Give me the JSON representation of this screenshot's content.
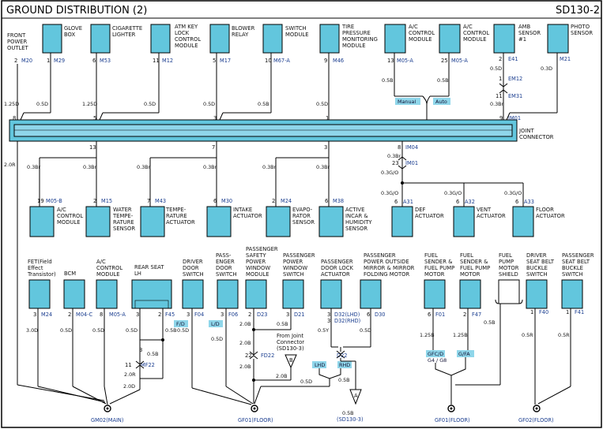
{
  "header": {
    "title": "GROUND DISTRIBUTION (2)",
    "code": "SD130-2"
  },
  "colors": {
    "component": "#62c6dd",
    "connector_tag": "#8fd6ea",
    "line": "#000000",
    "connector_text": "#1a3d8f"
  },
  "top_row": [
    {
      "label": [
        "FRONT",
        "POWER",
        "OUTLET"
      ],
      "pin": "2",
      "conn": "M20",
      "wire": "1.25D"
    },
    {
      "label": [
        "GLOVE",
        "BOX"
      ],
      "pin": "1",
      "conn": "M29",
      "wire": "0.5D"
    },
    {
      "label": [
        "CIGARETTE",
        "LIGHTER"
      ],
      "pin": "6",
      "conn": "M53",
      "wire": "1.25D"
    },
    {
      "label": [
        "ATM KEY",
        "LOCK",
        "CONTROL",
        "MODULE"
      ],
      "pin": "11",
      "conn": "M12",
      "wire": "0.5D"
    },
    {
      "label": [
        "BLOWER",
        "RELAY"
      ],
      "pin": "5",
      "conn": "M17",
      "wire": "0.5D"
    },
    {
      "label": [
        "SWITCH",
        "MODULE"
      ],
      "pin": "10",
      "conn": "M67-A",
      "wire": "0.5B"
    },
    {
      "label": [
        "TIRE",
        "PRESSURE",
        "MONITORING",
        "MODULE"
      ],
      "pin": "9",
      "conn": "M46",
      "wire": "0.5D"
    },
    {
      "label": [
        "A/C",
        "CONTROL",
        "MODULE"
      ],
      "pin": "13",
      "conn": "M05-A",
      "wire": "0.5B"
    },
    {
      "label": [
        "A/C",
        "CONTROL",
        "MODULE"
      ],
      "pin": "25",
      "conn": "M05-A",
      "wire": "0.5B"
    },
    {
      "label": [
        "AMB",
        "SENSOR",
        "#1"
      ],
      "pin": "2",
      "conn": "E41",
      "wire": "0.5D"
    },
    {
      "label": [
        "PHOTO",
        "SENSOR"
      ],
      "pin": "",
      "conn": "M21",
      "wire": "0.3D"
    }
  ],
  "top_tags": [
    "Manual",
    "Auto"
  ],
  "amb_path": {
    "conn1": "EM12",
    "conn2": "EM31",
    "pin1": "1",
    "pin2": "11",
    "wire1": "0.5D",
    "wire2": "0.3Br"
  },
  "joint": {
    "label": [
      "JOINT",
      "CONNECTOR"
    ],
    "conn": "IM01",
    "pins_top": [
      "8",
      "5",
      "3",
      "1",
      "9"
    ],
    "pins_bottom": [
      "13",
      "7",
      "3",
      "8"
    ],
    "left_wire": "2.0R"
  },
  "right_chain": {
    "conn1": "IM04",
    "conn2": "IM01",
    "pin1": "8",
    "pin2": "23",
    "wire1": "0.3Br",
    "wire2": "0.3G/O"
  },
  "mid_row": [
    {
      "label": [
        "A/C",
        "CONTROL",
        "MODULE"
      ],
      "pin": "19",
      "conn": "M05-B",
      "wire": "0.3Br"
    },
    {
      "label": [
        "WATER",
        "TEMPE-",
        "RATURE",
        "SENSOR"
      ],
      "pin": "2",
      "conn": "M15",
      "wire": "0.3Br"
    },
    {
      "label": [
        "TEMPE-",
        "RATURE",
        "ACTUATOR"
      ],
      "pin": "7",
      "conn": "M43",
      "wire": "0.3Br"
    },
    {
      "label": [
        "INTAKE",
        "ACTUATOR"
      ],
      "pin": "6",
      "conn": "M30",
      "wire": "0.3Br"
    },
    {
      "label": [
        "EVAPO-",
        "RATOR",
        "SENSOR"
      ],
      "pin": "2",
      "conn": "M24",
      "wire": "0.3Br"
    },
    {
      "label": [
        "ACTIVE",
        "INCAR &",
        "HUMIDITY",
        "SENSOR"
      ],
      "pin": "6",
      "conn": "M38",
      "wire": "0.3Br"
    },
    {
      "label": [
        "DEF",
        "ACTUATOR"
      ],
      "pin": "6",
      "conn": "A31",
      "wire": "0.3G/O"
    },
    {
      "label": [
        "VENT",
        "ACTUATOR"
      ],
      "pin": "6",
      "conn": "A32",
      "wire": "0.3G/O"
    },
    {
      "label": [
        "FLOOR",
        "ACTUATOR"
      ],
      "pin": "6",
      "conn": "A33",
      "wire": "0.3G/O"
    }
  ],
  "bottom_row": [
    {
      "label": [
        "FET(Field",
        "Effect",
        "Transistor)"
      ],
      "pin": "3",
      "conn": "M24",
      "wire": "3.0D"
    },
    {
      "label": [
        "BCM"
      ],
      "pin": "2",
      "conn": "M04-C",
      "wire": "0.5D"
    },
    {
      "label": [
        "A/C",
        "CONTROL",
        "MODULE"
      ],
      "pin": "8",
      "conn": "M05-A",
      "wire": "0.5D"
    },
    {
      "label": [
        "REAR SEAT",
        "LH"
      ],
      "pin": "3",
      "conn": "F45",
      "wire": "0.5D"
    },
    {
      "label": [
        "DRIVER",
        "DOOR",
        "SWITCH"
      ],
      "pin": "3",
      "conn": "F04",
      "wire": "0.5D"
    },
    {
      "label": [
        "PASS-",
        "ENGER",
        "DOOR",
        "SWITCH"
      ],
      "pin": "3",
      "conn": "F06",
      "wire": "0.5D"
    },
    {
      "label": [
        "PASSENGER",
        "SAFETY",
        "POWER",
        "WINDOW",
        "MODULE"
      ],
      "pin": "2",
      "conn": "D23",
      "wire": "2.0B"
    },
    {
      "label": [
        "PASSENGER",
        "POWER",
        "WINDOW",
        "SWITCH"
      ],
      "pin": "3",
      "conn": "D21",
      "wire": "0.5B"
    },
    {
      "label": [
        "PASSENGER",
        "DOOR LOCK",
        "ACTUATOR"
      ],
      "pin": "3",
      "conn": "D32(LHD)",
      "wire": "0.5Y"
    },
    {
      "label": [
        "PASSENGER",
        "POWER OUTSIDE",
        "MIRROR & MIRROR",
        "FOLDING MOTOR"
      ],
      "pin": "6",
      "conn": "D30",
      "wire": "0.5D"
    },
    {
      "label": [
        "FUEL",
        "SENDER &",
        "FUEL PUMP",
        "MOTOR"
      ],
      "pin": "6",
      "conn": "F01",
      "wire": "1.25B"
    },
    {
      "label": [
        "FUEL",
        "SENDER &",
        "FUEL PUMP",
        "MOTOR"
      ],
      "pin": "2",
      "conn": "F47",
      "wire": "1.25B"
    },
    {
      "label": [
        "FUEL",
        "PUMP",
        "MOTOR",
        "SHIELD"
      ],
      "pin": "",
      "conn": "",
      "wire": "0.5B"
    },
    {
      "label": [
        "DRIVER",
        "SEAT BELT",
        "BUCKLE",
        "SWITCH"
      ],
      "pin": "1",
      "conn": "F40",
      "wire": "0.5R"
    },
    {
      "label": [
        "PASSENGER",
        "SEAT BELT",
        "BUCKLE",
        "SWITCH"
      ],
      "pin": "1",
      "conn": "F41",
      "wire": "0.5R"
    }
  ],
  "bottom_misc": {
    "rear_pin2": "2",
    "rear_wire2": "0.5B",
    "mf22_pin_a": "3",
    "mf22_pin_b": "11",
    "mf22": "MF22",
    "mf22_wire_a": "0.5B",
    "mf22_wire_b": "2.0R",
    "low_wire": "2.0D",
    "tag_f": "F/D",
    "tag_l": "L/D",
    "tag_lhd": "LHD",
    "tag_rhd": "RHD",
    "d32_rhd": "D32(RHD)",
    "d32_pin_rhd": "3",
    "fd22": "FD22",
    "fd22_pin": "22",
    "fd22_wire": "2.0B",
    "fd_wire_a": "2.0B",
    "fd_wire_b": "2.0B",
    "fjc": [
      "From Joint",
      "Connector",
      "(SD130-3)"
    ],
    "arrow_b": "B",
    "d22": "D22",
    "d22_wire": "0.5D",
    "d22_wire2": "0.5B",
    "arrow_a": "A",
    "fuel_tags": [
      "GFC/D",
      "G4 / G8"
    ],
    "fuel_tag_b": "G/FA"
  },
  "grounds": [
    {
      "label": "GM02(MAIN)"
    },
    {
      "label": "GF01(FLOOR)"
    },
    {
      "label": [
        "0.5B",
        "(SD130-3)"
      ]
    },
    {
      "label": "GF01(FLOOR)"
    },
    {
      "label": "GF02(FLOOR)"
    }
  ]
}
